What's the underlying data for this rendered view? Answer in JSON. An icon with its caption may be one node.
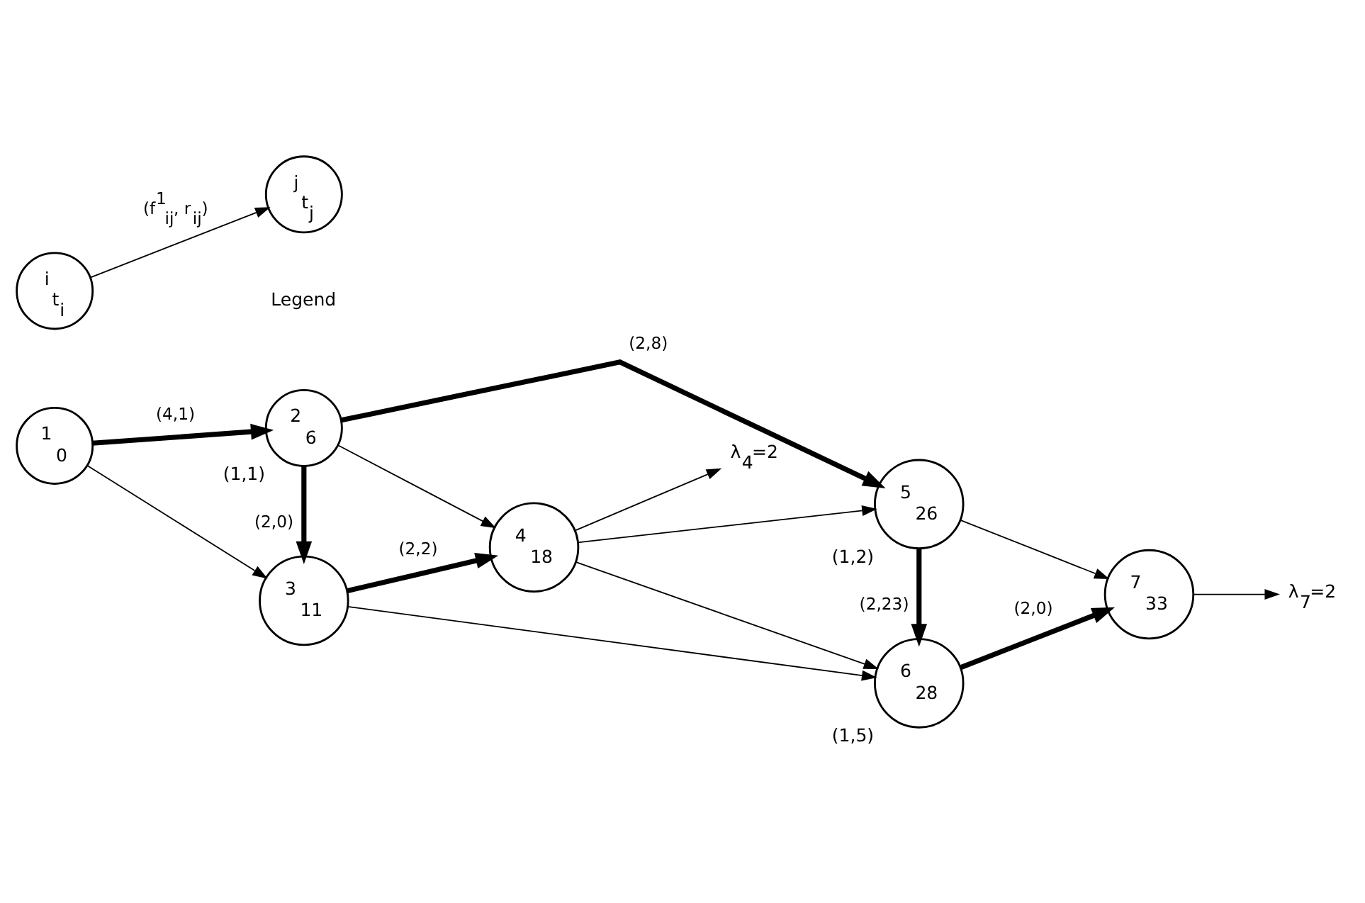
{
  "diagram": {
    "nodes": [
      {
        "text": [
          "1",
          "0"
        ]
      },
      {
        "text": [
          "2",
          "6"
        ],
        "beside": [
          "(1,1)"
        ]
      },
      {
        "text": [
          "3",
          "11"
        ]
      },
      {
        "text": [
          "4",
          "18"
        ]
      },
      {
        "text": [
          "5",
          "26"
        ],
        "beside": [
          "(1,2)"
        ]
      },
      {
        "text": [
          "6",
          "28"
        ],
        "beside": [
          "(1,5)"
        ]
      },
      {
        "text": [
          "7",
          "33"
        ]
      },
      {
        "text": [
          "λ$_{4}$=2"
        ]
      },
      {
        "text": [
          "λ$_{7}$=2"
        ]
      },
      {
        "text": [
          "i",
          "t$_{i}$"
        ]
      },
      {
        "text": [
          "j",
          "t$_{j}$"
        ]
      }
    ],
    "edges": [
      {
        "from": 0,
        "to": 1,
        "arrow": "to",
        "label": "(4,1)",
        "style": "thick"
      },
      {
        "from": 0,
        "to": 2,
        "arrow": "to"
      },
      {
        "from": 1,
        "to": 4,
        "arrow": "to",
        "label": "(2,8)",
        "style": "thick"
      },
      {
        "from": 1,
        "to": 2,
        "arrow": "to",
        "label": "(2,0)",
        "style": "thick"
      },
      {
        "from": 1,
        "to": 3,
        "arrow": "to"
      },
      {
        "from": 2,
        "to": 3,
        "arrow": "to",
        "label": "(2,2)",
        "style": "thick"
      },
      {
        "from": 2,
        "to": 5,
        "arrow": "to"
      },
      {
        "from": 3,
        "to": 4,
        "arrow": "to"
      },
      {
        "from": 3,
        "to": 7,
        "arrow": "to"
      },
      {
        "from": 3,
        "to": 5,
        "arrow": "to"
      },
      {
        "from": 4,
        "to": 5,
        "arrow": "to",
        "label": "(2,23)",
        "style": "thick"
      },
      {
        "from": 4,
        "to": 6,
        "arrow": "to"
      },
      {
        "from": 5,
        "to": 6,
        "arrow": "to",
        "label": "(2,0)",
        "style": "thick"
      },
      {
        "from": 6,
        "to": 8,
        "arrow": "to"
      },
      {
        "from": 9,
        "to": 10,
        "arrow": "to",
        "label": "(f$^{1}$$_{ij}$, r$_{ij}$)"
      }
    ],
    "labels": [
      "Legend"
    ]
  }
}
